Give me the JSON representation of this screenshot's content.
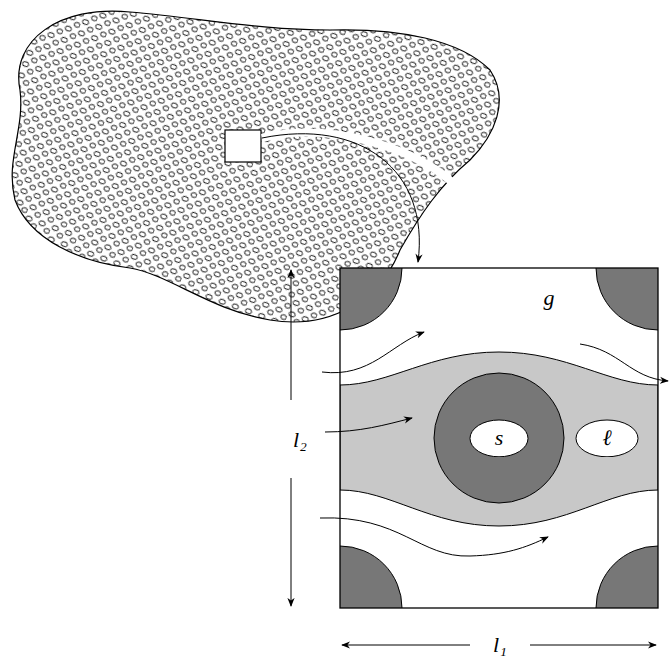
{
  "diagram": {
    "nodes": [
      {
        "text": [
          "s"
        ]
      },
      {
        "text": [
          "ℓ"
        ]
      }
    ],
    "labels": [
      "g",
      "l₂",
      "l₁"
    ]
  }
}
